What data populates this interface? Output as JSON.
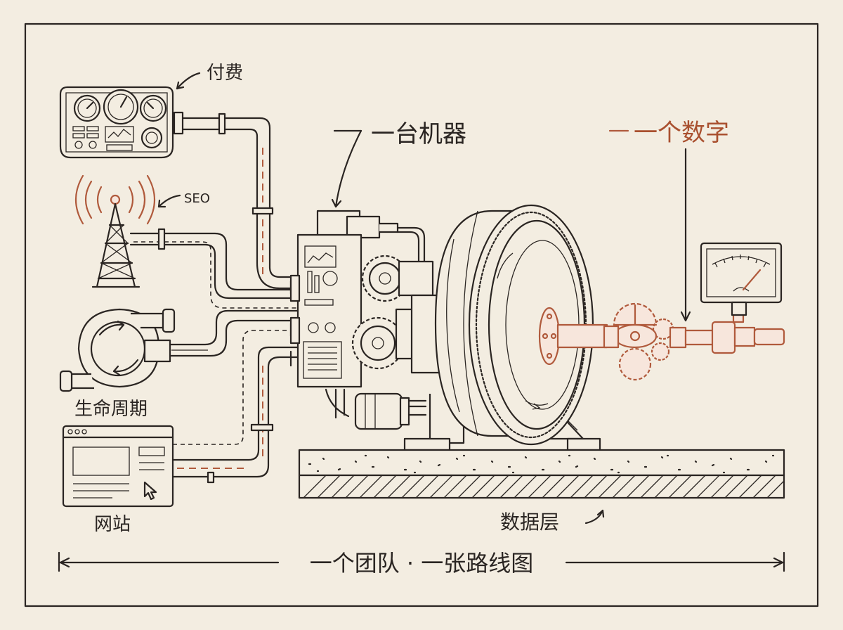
{
  "labels": {
    "billing": "付费",
    "seo": "SEO",
    "machine": "一台机器",
    "number": "一个数字",
    "lifecycle": "生命周期",
    "website": "网站",
    "data_layer": "数据层",
    "footer": "一个团队 · 一张路线图"
  },
  "colors": {
    "background": "#f3ede1",
    "ink": "#2a2522",
    "accent": "#b05a3c"
  },
  "icons": [
    "dashboard-panel-icon",
    "radio-tower-icon",
    "cycle-pump-icon",
    "website-window-icon",
    "engine-machine-icon",
    "gauge-meter-icon"
  ]
}
